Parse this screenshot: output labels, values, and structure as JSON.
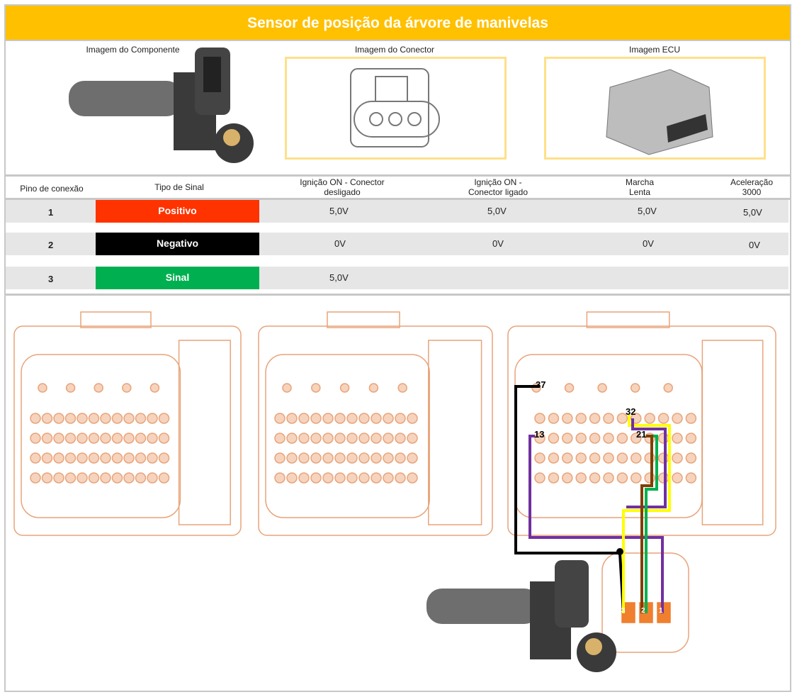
{
  "title": "Sensor de posição da árvore de manivelas",
  "images": {
    "component": "Imagem do Componente",
    "connector": "Imagem do Conector",
    "ecu": "Imagem ECU"
  },
  "table": {
    "headers": [
      "Pino de conexão",
      "Tipo de Sinal",
      "Ignição ON - Conector desligado",
      "Ignição ON - Conector ligado",
      "Marcha Lenta",
      "Aceleração 3000"
    ],
    "rows": [
      {
        "pin": "1",
        "signal": "Positivo",
        "color": "#FF3300",
        "values": [
          "5,0V",
          "5,0V",
          "5,0V",
          "5,0V"
        ]
      },
      {
        "pin": "2",
        "signal": "Negativo",
        "color": "#000000",
        "values": [
          "0V",
          "0V",
          "0V",
          "0V"
        ]
      },
      {
        "pin": "3",
        "signal": "Sinal",
        "color": "#00B050",
        "values": [
          "5,0V",
          "",
          "",
          ""
        ]
      }
    ]
  },
  "wiring": {
    "labels": [
      "37",
      "32",
      "21",
      "13"
    ],
    "sensor_pins": [
      "3",
      "2",
      "1"
    ],
    "wire_colors": {
      "black": "#000000",
      "purple": "#7030A0",
      "yellow": "#FFFF00",
      "green": "#00B050",
      "brown": "#7F3F00",
      "gray": "#808080"
    },
    "connector_color": "#E8A47A"
  }
}
